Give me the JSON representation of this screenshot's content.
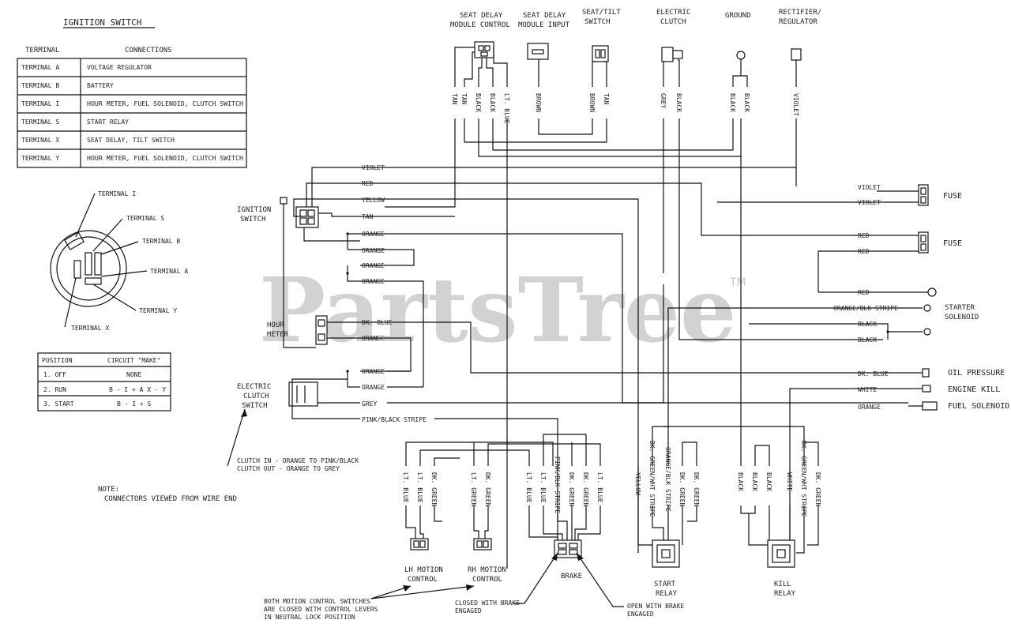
{
  "ignition_table": {
    "title": "IGNITION SWITCH",
    "col_terminal": "TERMINAL",
    "col_connections": "CONNECTIONS",
    "rows": [
      [
        "TERMINAL A",
        "VOLTAGE REGULATOR"
      ],
      [
        "TERMINAL B",
        "BATTERY"
      ],
      [
        "TERMINAL I",
        "HOUR METER, FUEL SOLENOID, CLUTCH SWITCH"
      ],
      [
        "TERMINAL S",
        "START RELAY"
      ],
      [
        "TERMINAL X",
        "SEAT DELAY, TILT SWITCH"
      ],
      [
        "TERMINAL Y",
        "HOUR METER, FUEL SOLENOID, CLUTCH SWITCH"
      ]
    ]
  },
  "switch_face": {
    "labels": [
      "TERMINAL I",
      "TERMINAL S",
      "TERMINAL B",
      "TERMINAL A",
      "TERMINAL Y",
      "TERMINAL X"
    ]
  },
  "position_table": {
    "col_position": "POSITION",
    "col_circuit": "CIRCUIT \"MAKE\"",
    "rows": [
      [
        "1. OFF",
        "NONE"
      ],
      [
        "2. RUN",
        "B - I + A    X - Y"
      ],
      [
        "3. START",
        "B - I + S"
      ]
    ]
  },
  "top_components": {
    "seat_delay_control": [
      "SEAT DELAY",
      "MODULE CONTROL"
    ],
    "seat_delay_input": [
      "SEAT DELAY",
      "MODULE INPUT"
    ],
    "seat_tilt": [
      "SEAT/TILT",
      "SWITCH"
    ],
    "electric_clutch": [
      "ELECTRIC",
      "CLUTCH"
    ],
    "ground": "GROUND",
    "rectifier": [
      "RECTIFIER/",
      "REGULATOR"
    ]
  },
  "top_wire_labels": [
    "TAN",
    "TAN",
    "BLACK",
    "BLACK",
    "LT. BLUE",
    "BROWN",
    "BROWN",
    "TAN",
    "GREY",
    "BLACK",
    "BLACK",
    "BLACK",
    "VIOLET"
  ],
  "ignition_switch_label": [
    "IGNITION",
    "SWITCH"
  ],
  "ignition_wire_labels": [
    "VIOLET",
    "RED",
    "YELLOW",
    "TAN",
    "ORANGE",
    "ORANGE",
    "ORANGE",
    "ORANGE"
  ],
  "hour_meter": {
    "label": [
      "HOUR",
      "METER"
    ],
    "wires": [
      "DK. BLUE",
      "ORANGE"
    ]
  },
  "clutch_switch": {
    "label": [
      "ELECTRIC",
      "CLUTCH",
      "SWITCH"
    ],
    "wires": [
      "ORANGE",
      "ORANGE",
      "GREY",
      "PINK/BLACK STRIPE"
    ]
  },
  "clutch_note": [
    "CLUTCH IN - ORANGE TO PINK/BLACK",
    "CLUTCH OUT - ORANGE TO GREY"
  ],
  "note": [
    "NOTE:",
    "CONNECTORS VIEWED FROM WIRE END"
  ],
  "right_components": {
    "fuse1": {
      "label": "FUSE",
      "wires": [
        "VIOLET",
        "VIOLET"
      ]
    },
    "fuse2": {
      "label": "FUSE",
      "wires": [
        "RED",
        "RED"
      ]
    },
    "red_ring": "RED",
    "starter": {
      "label": [
        "STARTER",
        "SOLENOID"
      ],
      "wire": "ORANGE/BLK STRIPE"
    },
    "black_pair": [
      "BLACK",
      "BLACK"
    ],
    "oil": {
      "label": "OIL PRESSURE",
      "wire": "DK. BLUE"
    },
    "engine_kill": {
      "label": "ENGINE KILL",
      "wire": "WHITE"
    },
    "fuel": {
      "label": "FUEL SOLENOID",
      "wire": "ORANGE"
    }
  },
  "bottom_wire_labels": {
    "lh": [
      "LT. BLUE",
      "LT. BLUE",
      "DK. GREEN"
    ],
    "rh": [
      "LT. GREEN",
      "DK. GREEN"
    ],
    "brake": [
      "LT. BLUE",
      "LT. BLUE",
      "PINK/BLK STRIPE",
      "DK. GREEN",
      "DK. GREEN",
      "LT. BLUE"
    ],
    "start_relay": [
      "YELLOW",
      "DK. GREEN/WHT STRIPE",
      "ORANGE/BLK STRIPE",
      "DK. GREEN",
      "DK. GREEN"
    ],
    "kill_relay": [
      "BLACK",
      "BLACK",
      "BLACK",
      "WHITE",
      "DK. GREEN/WHT STRIPE",
      "DK. GREEN"
    ]
  },
  "bottom_components": {
    "lh_motion": [
      "LH MOTION",
      "CONTROL"
    ],
    "rh_motion": [
      "RH MOTION",
      "CONTROL"
    ],
    "brake": "BRAKE",
    "start_relay": [
      "START",
      "RELAY"
    ],
    "kill_relay": [
      "KILL",
      "RELAY"
    ]
  },
  "bottom_notes": {
    "motion": [
      "BOTH MOTION CONTROL SWITCHES",
      "ARE CLOSED WITH CONTROL LEVERS",
      "IN NEUTRAL LOCK POSITION"
    ],
    "brake_closed": [
      "CLOSED WITH BRAKE",
      "ENGAGED"
    ],
    "brake_open": [
      "OPEN WITH BRAKE",
      "ENGAGED"
    ]
  },
  "watermark": {
    "text": "PartsTree",
    "tm": "TM"
  }
}
